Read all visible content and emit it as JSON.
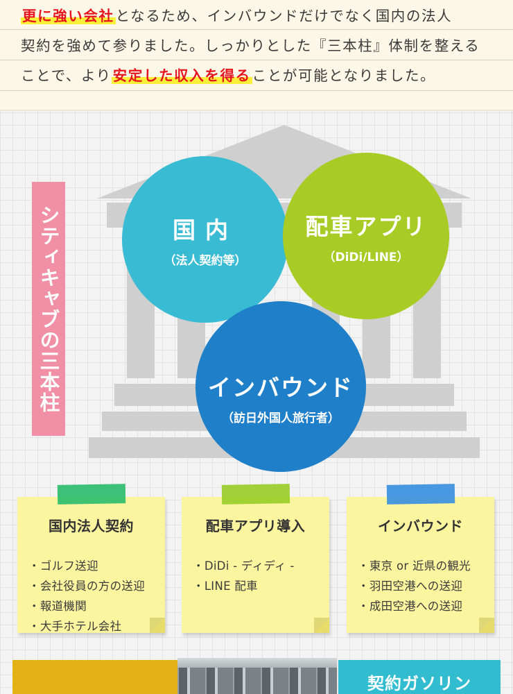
{
  "intro": {
    "line1_highlight": "更に強い会社",
    "line1_rest": "となるため、インバウンドだけでなく国内の法人",
    "line2": "契約を強めて参りました。しっかりとした『三本柱』体制を整える",
    "line3_start": "ことで、より",
    "line3_highlight": "安定した収入を得る",
    "line3_end": "ことが可能となりました。"
  },
  "pillars": {
    "side_label": "シティキャブの三本柱",
    "domestic": {
      "title": "国内",
      "subtitle": "（法人契約等）"
    },
    "apps": {
      "title": "配車アプリ",
      "subtitle": "（DiDi/LINE）"
    },
    "inbound": {
      "title": "インバウンド",
      "subtitle": "（訪日外国人旅行者）"
    }
  },
  "notes": [
    {
      "title": "国内法人契約",
      "items": [
        "ゴルフ送迎",
        "会社役員の方の送迎",
        "報道機関",
        "大手ホテル会社"
      ]
    },
    {
      "title": "配車アプリ導入",
      "items": [
        "DiDi - ディディ -",
        "LINE 配車"
      ]
    },
    {
      "title": "インバウンド",
      "items": [
        "東京 or 近県の観光",
        "羽田空港への送迎",
        "成田空港への送迎"
      ]
    }
  ],
  "bottom": {
    "teal_label": "契約ガソリン"
  },
  "colors": {
    "domestic": "#39bcd3",
    "apps": "#a9cb25",
    "inbound": "#1f7fc9",
    "label": "#f08fa5",
    "highlight_text": "#e5141e",
    "highlight_marker": "#fbef3a",
    "tape_green": "#2ebd6e",
    "tape_lime": "#9acd2a",
    "tape_blue": "#3a8fe0"
  }
}
